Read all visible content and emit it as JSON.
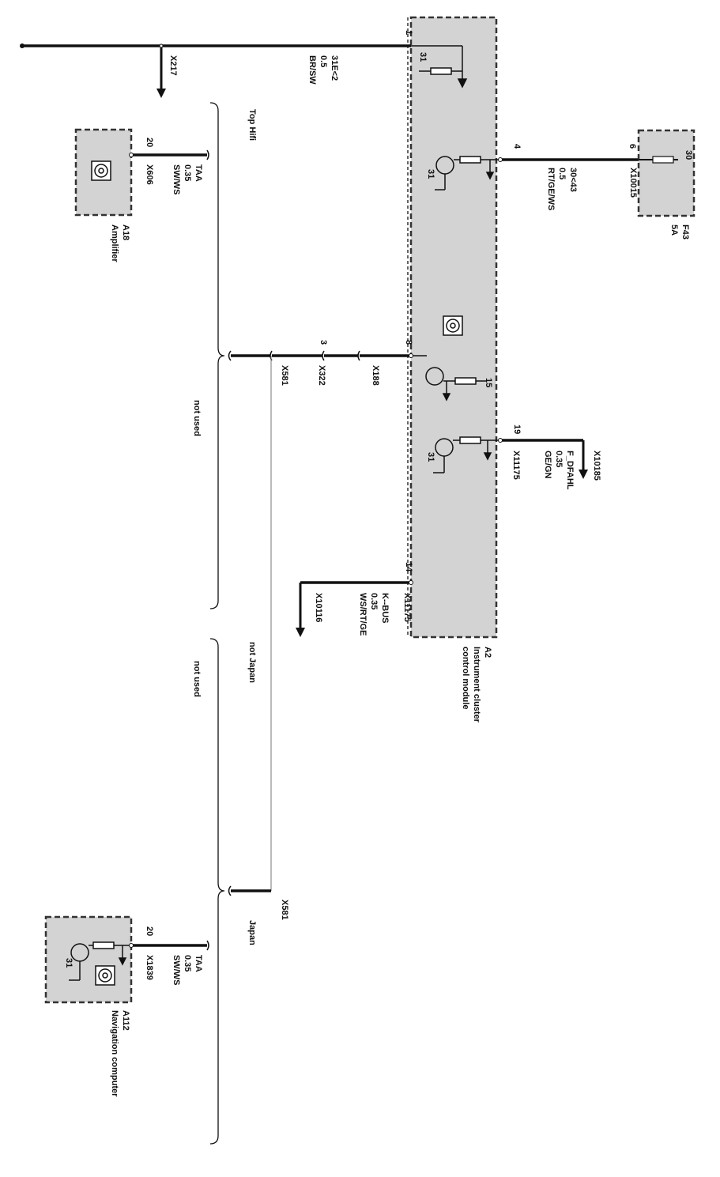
{
  "module_a2": {
    "id": "A2",
    "name_line1": "Instrument cluster",
    "name_line2": "control module",
    "ground_31_a": "31",
    "ground_31_b": "31",
    "ground_31_c": "31",
    "term_15": "15"
  },
  "wire_31e2": {
    "pin": "1",
    "signal": "31E<2",
    "size": "0.5",
    "color": "BR/SW",
    "connector": "X217"
  },
  "wire_30_43": {
    "pin": "4",
    "signal": "30<43",
    "size": "0.5",
    "color": "RT/GE/WS"
  },
  "fuse_f43": {
    "id": "F43",
    "rating": "5A",
    "pin": "6",
    "term": "30",
    "connector": "X10015"
  },
  "wire_pin8": {
    "pin": "8",
    "connector_a": "X188",
    "pin_b": "3",
    "connector_b": "X322",
    "connector_c": "X581"
  },
  "wire_pin19": {
    "pin": "19",
    "connector": "X11175",
    "signal": "F_DFAHL",
    "size": "0.35",
    "color": "GE/GN",
    "dest": "X10185"
  },
  "wire_pin14": {
    "pin": "14",
    "connector": "X11175",
    "signal": "K--BUS",
    "size": "0.35",
    "color": "WS/RT/GE",
    "dest": "X10116"
  },
  "amplifier": {
    "id": "A18",
    "name": "Amplifier",
    "pin": "20",
    "connector": "X606",
    "signal": "TAA",
    "size": "0.35",
    "color": "SW/WS"
  },
  "nav": {
    "id": "A112",
    "name": "Navigation computer",
    "pin": "20",
    "connector": "X1839",
    "signal": "TAA",
    "size": "0.35",
    "color": "SW/WS",
    "ground": "31"
  },
  "variants": {
    "top_hifi": "Top Hifi",
    "not_used_1": "not used",
    "not_japan": "not Japan",
    "not_used_2": "not used",
    "japan": "Japan",
    "x581_japan": "X581"
  }
}
